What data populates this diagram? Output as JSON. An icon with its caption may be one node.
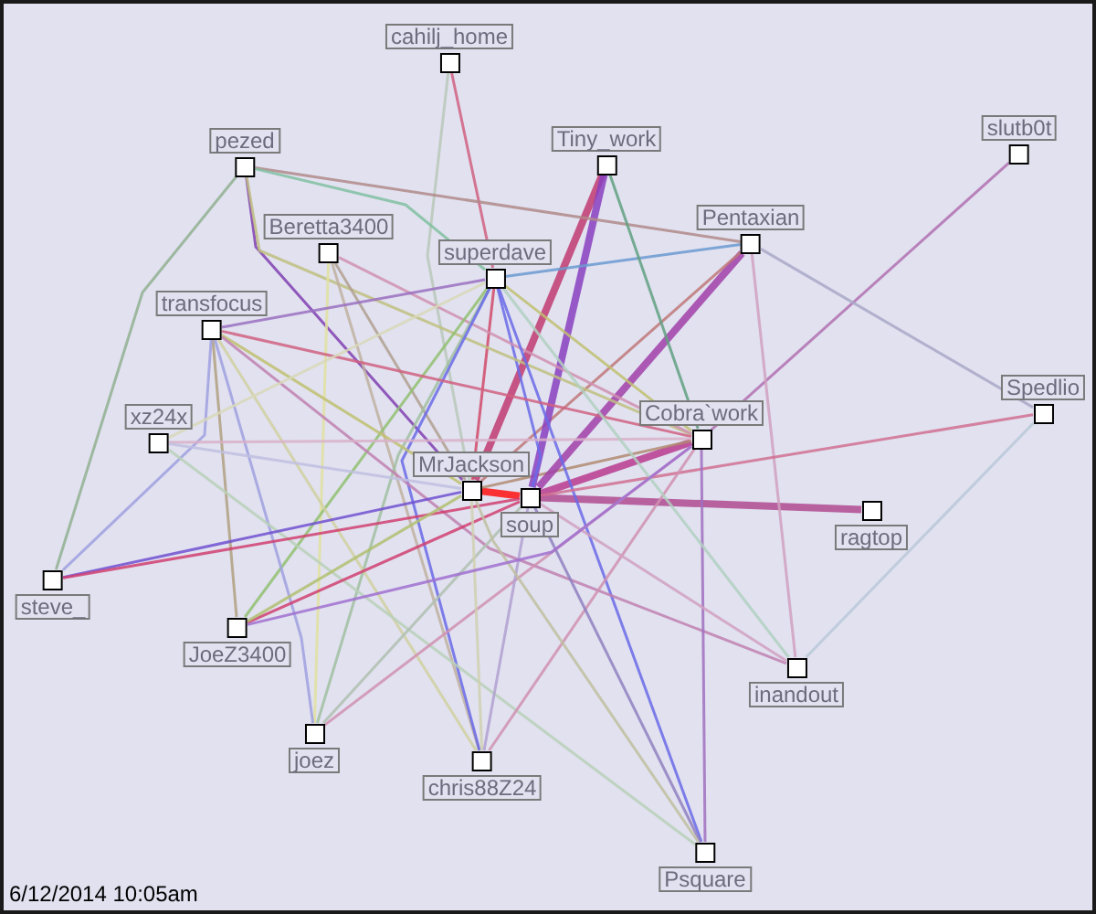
{
  "diagram": {
    "nodes": [
      {
        "text": [
          "cahilj_home"
        ]
      },
      {
        "text": [
          "pezed"
        ]
      },
      {
        "text": [
          "Tiny_work"
        ]
      },
      {
        "text": [
          "slutb0t"
        ]
      },
      {
        "text": [
          "Beretta3400"
        ]
      },
      {
        "text": [
          "superdave"
        ]
      },
      {
        "text": [
          "Pentaxian"
        ]
      },
      {
        "text": [
          "transfocus"
        ]
      },
      {
        "text": [
          "Spedlio"
        ]
      },
      {
        "text": [
          "xz24x"
        ]
      },
      {
        "text": [
          "Cobra`work"
        ]
      },
      {
        "text": [
          "MrJackson"
        ]
      },
      {
        "text": [
          "soup"
        ]
      },
      {
        "text": [
          "ragtop"
        ]
      },
      {
        "text": [
          "steve_"
        ]
      },
      {
        "text": [
          "JoeZ3400"
        ]
      },
      {
        "text": [
          "inandout"
        ]
      },
      {
        "text": [
          "joez"
        ]
      },
      {
        "text": [
          "chris88Z24"
        ]
      },
      {
        "text": [
          "Psquare"
        ]
      }
    ],
    "edges": [
      {
        "from": 11,
        "to": 12,
        "arrow": "none",
        "style": "thick",
        "color": "#ff1010"
      },
      {
        "from": 12,
        "to": 10,
        "arrow": "none",
        "style": "thick",
        "color": "#b83a8e"
      },
      {
        "from": 11,
        "to": 10,
        "arrow": "none",
        "color": "#b08a70"
      },
      {
        "from": 12,
        "to": 13,
        "arrow": "none",
        "style": "thick",
        "color": "#b04a90"
      },
      {
        "from": 12,
        "to": 6,
        "arrow": "none",
        "style": "thick",
        "color": "#a040a8"
      },
      {
        "from": 11,
        "to": 6,
        "arrow": "none",
        "color": "#c07878"
      },
      {
        "from": 11,
        "to": 2,
        "arrow": "none",
        "style": "thick",
        "color": "#c03a70"
      },
      {
        "from": 12,
        "to": 2,
        "arrow": "none",
        "style": "thick",
        "color": "#8a40c0"
      },
      {
        "from": 12,
        "to": 5,
        "arrow": "none"
      },
      {
        "from": 11,
        "to": 5,
        "arrow": "none",
        "color": "#d04a6a"
      },
      {
        "from": 5,
        "to": 6,
        "arrow": "none",
        "color": "#6a9ad0"
      },
      {
        "from": 0,
        "to": 5,
        "arrow": "none",
        "color": "#d06080"
      },
      {
        "from": 0,
        "to": 11,
        "arrow": "none",
        "color": "#b8c8b8"
      },
      {
        "from": 1,
        "to": 6,
        "arrow": "none",
        "color": "#b08a8a"
      },
      {
        "from": 1,
        "to": 11,
        "arrow": "none",
        "color": "#8040b0"
      },
      {
        "from": 1,
        "to": 10,
        "arrow": "none",
        "color": "#c0c080"
      },
      {
        "from": 1,
        "to": 14,
        "arrow": "none",
        "color": "#90b090"
      },
      {
        "from": 1,
        "to": 5,
        "arrow": "none",
        "color": "#80c0a0"
      },
      {
        "from": 2,
        "to": 10,
        "arrow": "none",
        "color": "#60a080"
      },
      {
        "from": 3,
        "to": 10,
        "arrow": "none",
        "color": "#b070b0"
      },
      {
        "from": 4,
        "to": 10,
        "arrow": "none",
        "color": "#d090b0"
      },
      {
        "from": 4,
        "to": 17,
        "arrow": "none",
        "color": "#e0e0a0"
      },
      {
        "from": 4,
        "to": 18,
        "arrow": "none",
        "color": "#c0b0a0"
      },
      {
        "from": 4,
        "to": 11,
        "arrow": "none",
        "color": "#b0a090"
      },
      {
        "from": 5,
        "to": 7,
        "arrow": "none",
        "color": "#9a70c0"
      },
      {
        "from": 5,
        "to": 10,
        "arrow": "none",
        "color": "#c0c070"
      },
      {
        "from": 5,
        "to": 15,
        "arrow": "none",
        "color": "#90c070"
      },
      {
        "from": 5,
        "to": 17,
        "arrow": "none",
        "color": "#a0c0a0"
      },
      {
        "from": 5,
        "to": 18,
        "arrow": "none"
      },
      {
        "from": 5,
        "to": 19,
        "arrow": "none"
      },
      {
        "from": 6,
        "to": 8,
        "arrow": "none",
        "color": "#a8a8c8"
      },
      {
        "from": 6,
        "to": 16,
        "arrow": "none",
        "color": "#d0a0c0"
      },
      {
        "from": 7,
        "to": 10,
        "arrow": "none",
        "color": "#d06080"
      },
      {
        "from": 7,
        "to": 11,
        "arrow": "none",
        "color": "#c0c070"
      },
      {
        "from": 7,
        "to": 15,
        "arrow": "none",
        "color": "#b0a080"
      },
      {
        "from": 7,
        "to": 14,
        "arrow": "none",
        "color": "#a0a0e0"
      },
      {
        "from": 7,
        "to": 17,
        "arrow": "none",
        "color": "#a0a0e0"
      },
      {
        "from": 7,
        "to": 18,
        "arrow": "none",
        "color": "#d0d0a0"
      },
      {
        "from": 7,
        "to": 16,
        "arrow": "none",
        "color": "#c080b0"
      },
      {
        "from": 8,
        "to": 12,
        "arrow": "none",
        "color": "#d07090"
      },
      {
        "from": 8,
        "to": 16,
        "arrow": "none",
        "color": "#b8c8d8"
      },
      {
        "from": 9,
        "to": 10,
        "arrow": "none",
        "color": "#d8b0c8"
      },
      {
        "from": 9,
        "to": 5,
        "arrow": "none",
        "color": "#d8d8b8"
      },
      {
        "from": 9,
        "to": 19,
        "arrow": "none",
        "color": "#b8d0b8"
      },
      {
        "from": 9,
        "to": 11,
        "arrow": "none",
        "color": "#c0c0e0"
      },
      {
        "from": 14,
        "to": 11,
        "arrow": "none",
        "color": "#7050d0"
      },
      {
        "from": 14,
        "to": 12,
        "arrow": "none",
        "color": "#d04070"
      },
      {
        "from": 15,
        "to": 12,
        "arrow": "none",
        "color": "#d04070"
      },
      {
        "from": 15,
        "to": 11,
        "arrow": "none",
        "color": "#b0c070"
      },
      {
        "from": 17,
        "to": 10,
        "arrow": "none",
        "color": "#d090b0"
      },
      {
        "from": 17,
        "to": 12,
        "arrow": "none",
        "color": "#b0c0b0"
      },
      {
        "from": 18,
        "to": 10,
        "arrow": "none",
        "color": "#d090b0"
      },
      {
        "from": 18,
        "to": 11,
        "arrow": "none",
        "color": "#d0d0b0"
      },
      {
        "from": 18,
        "to": 12,
        "arrow": "none",
        "color": "#b0a0d0"
      },
      {
        "from": 19,
        "to": 10,
        "arrow": "none",
        "color": "#a070c0"
      },
      {
        "from": 19,
        "to": 12,
        "arrow": "none",
        "color": "#9080c0"
      },
      {
        "from": 19,
        "to": 11,
        "arrow": "none",
        "color": "#c0c0a0"
      },
      {
        "from": 16,
        "to": 12,
        "arrow": "none",
        "color": "#d0a0c0"
      },
      {
        "from": 16,
        "to": 5,
        "arrow": "none",
        "color": "#b0d0c0"
      },
      {
        "from": 10,
        "to": 15,
        "arrow": "none",
        "color": "#a070d0"
      }
    ],
    "labels": [
      "6/12/2014 10:05am"
    ]
  }
}
